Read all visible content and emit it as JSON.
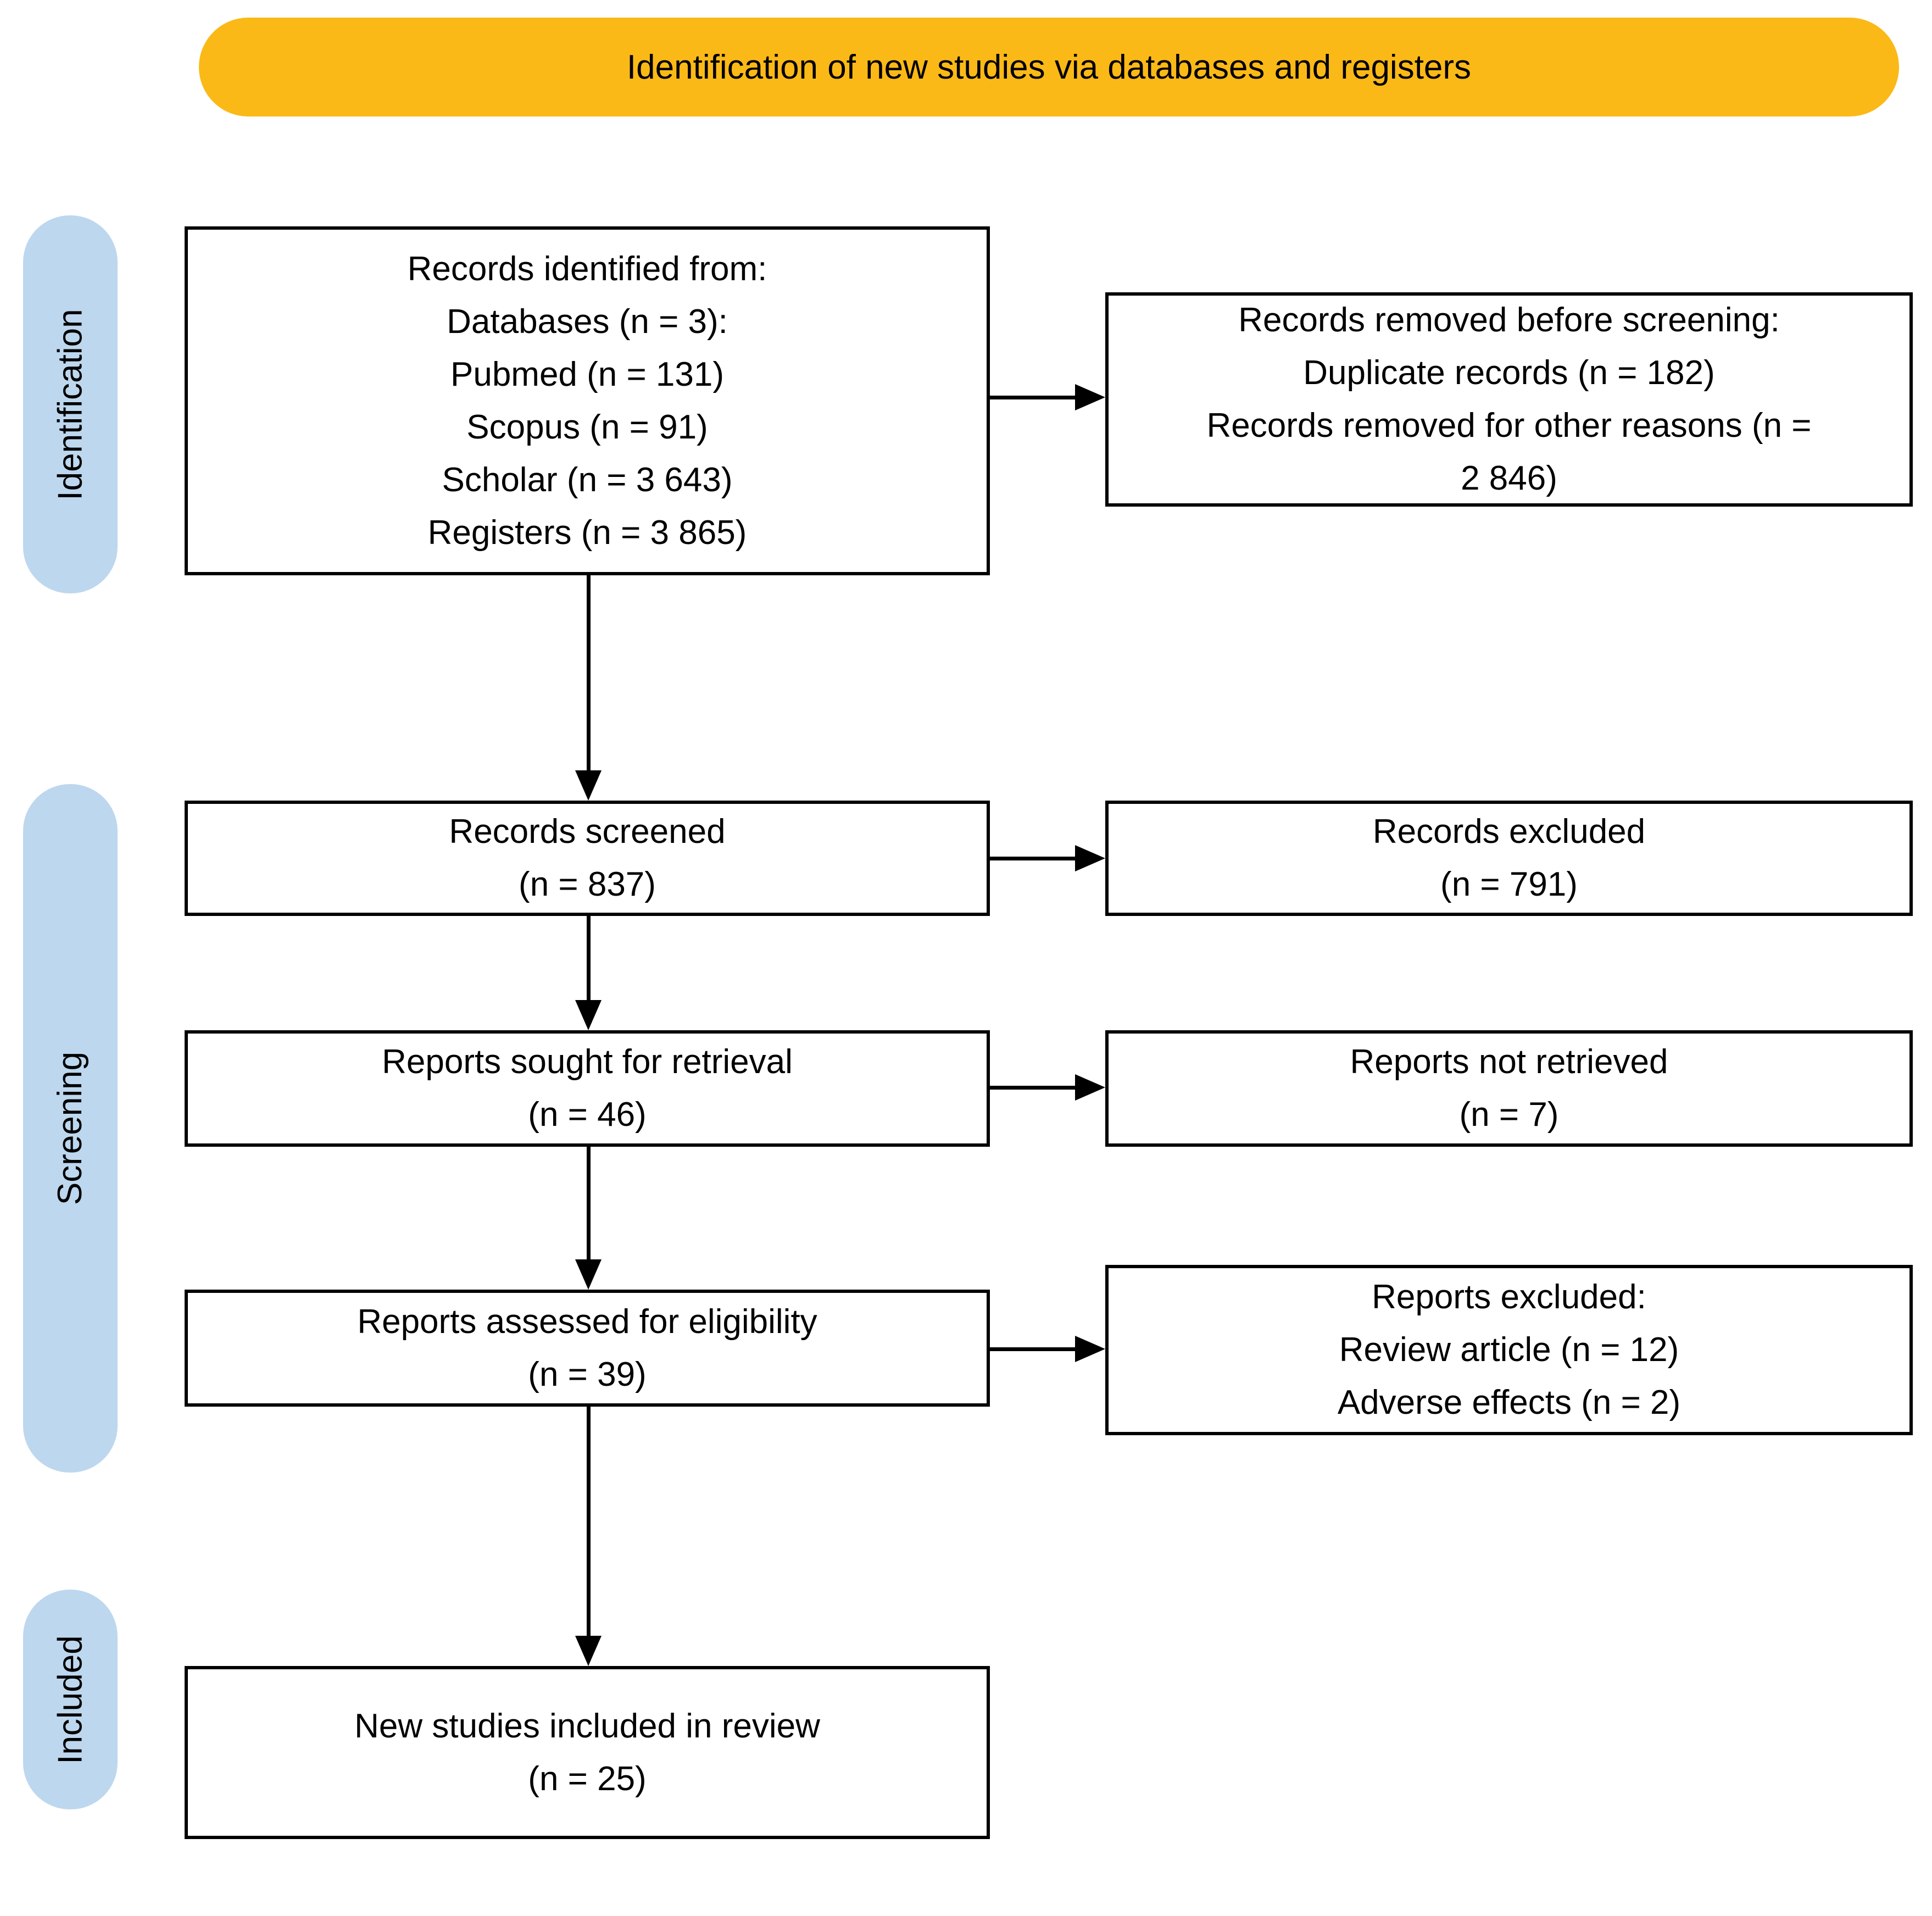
{
  "banner": {
    "label": "Identification of new studies via databases and registers"
  },
  "theme": {
    "banner_color": "#FBB917",
    "stage_color": "#BDD7EE",
    "box_fill": "#FFFFFF",
    "line_color": "#000000"
  },
  "stages": [
    {
      "label": "Identification"
    },
    {
      "label": "Screening"
    },
    {
      "label": "Included"
    }
  ],
  "boxes": {
    "records_identified": {
      "lines": [
        "Records identified from:",
        "Databases (n = 3):",
        "Pubmed (n = 131)",
        "Scopus (n = 91)",
        "Scholar (n = 3 643)",
        "Registers (n = 3 865)"
      ]
    },
    "records_removed": {
      "lines": [
        "Records removed before screening:",
        "Duplicate records (n = 182)",
        "Records removed for other reasons (n =",
        "2 846)"
      ]
    },
    "records_screened": {
      "lines": [
        "Records screened",
        "(n = 837)"
      ]
    },
    "records_excluded": {
      "lines": [
        "Records excluded",
        "(n = 791)"
      ]
    },
    "reports_sought": {
      "lines": [
        "Reports sought for retrieval",
        "(n = 46)"
      ]
    },
    "reports_not_retrieved": {
      "lines": [
        "Reports not retrieved",
        "(n = 7)"
      ]
    },
    "reports_assessed": {
      "lines": [
        "Reports assessed for eligibility",
        "(n = 39)"
      ]
    },
    "reports_excluded": {
      "lines": [
        "Reports excluded:",
        "Review article (n = 12)",
        "Adverse effects (n = 2)"
      ]
    },
    "new_studies_included": {
      "lines": [
        "New studies included in review",
        "(n = 25)"
      ]
    }
  }
}
